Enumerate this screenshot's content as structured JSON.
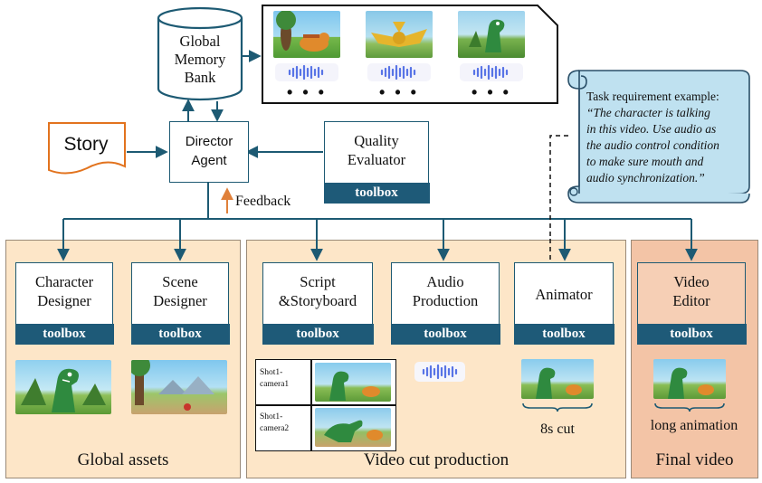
{
  "memory_bank": {
    "line1": "Global",
    "line2": "Memory",
    "line3": "Bank"
  },
  "story": {
    "label": "Story"
  },
  "director": {
    "line1": "Director",
    "line2": "Agent"
  },
  "quality": {
    "line1": "Quality",
    "line2": "Evaluator",
    "toolbox": "toolbox"
  },
  "feedback": {
    "label": "Feedback"
  },
  "memory_dots": [
    "• • •",
    "• • •",
    "• • •"
  ],
  "task_scroll": {
    "heading": "Task requirement example:",
    "quote_line1": "“The character is talking",
    "quote_line2": "in this video. Use audio as",
    "quote_line3": "the audio control condition",
    "quote_line4": "to make sure mouth and",
    "quote_line5": "audio synchronization.”"
  },
  "panels": {
    "global_assets": "Global assets",
    "video_cut": "Video cut production",
    "final_video": "Final video"
  },
  "agents": {
    "character": {
      "line1": "Character",
      "line2": "Designer",
      "toolbox": "toolbox"
    },
    "scene": {
      "line1": "Scene",
      "line2": "Designer",
      "toolbox": "toolbox"
    },
    "script": {
      "line1": "Script",
      "line2": "&Storyboard",
      "toolbox": "toolbox"
    },
    "audio": {
      "line1": "Audio",
      "line2": "Production",
      "toolbox": "toolbox"
    },
    "animator": {
      "line1": "Animator",
      "toolbox": "toolbox"
    },
    "editor": {
      "line1": "Video",
      "line2": "Editor",
      "toolbox": "toolbox"
    }
  },
  "storyboard": {
    "shot1_line1": "Shot1-",
    "shot1_line2": "camera1",
    "shot2_line1": "Shot1-",
    "shot2_line2": "camera2"
  },
  "animator_caption": "8s cut",
  "editor_caption": "long animation",
  "colors": {
    "agent_border": "#1d5a73",
    "toolbox": "#1e5a78",
    "panel_light": "#fde6c8",
    "panel_dark": "#f3c4a6",
    "scroll_fill": "#bfe1f0",
    "story_orange": "#e2731e",
    "feedback_arrow": "#e0803a"
  },
  "icons": [
    "database-icon",
    "document-icon",
    "scroll-icon",
    "waveform-icon",
    "arrow-icon"
  ]
}
